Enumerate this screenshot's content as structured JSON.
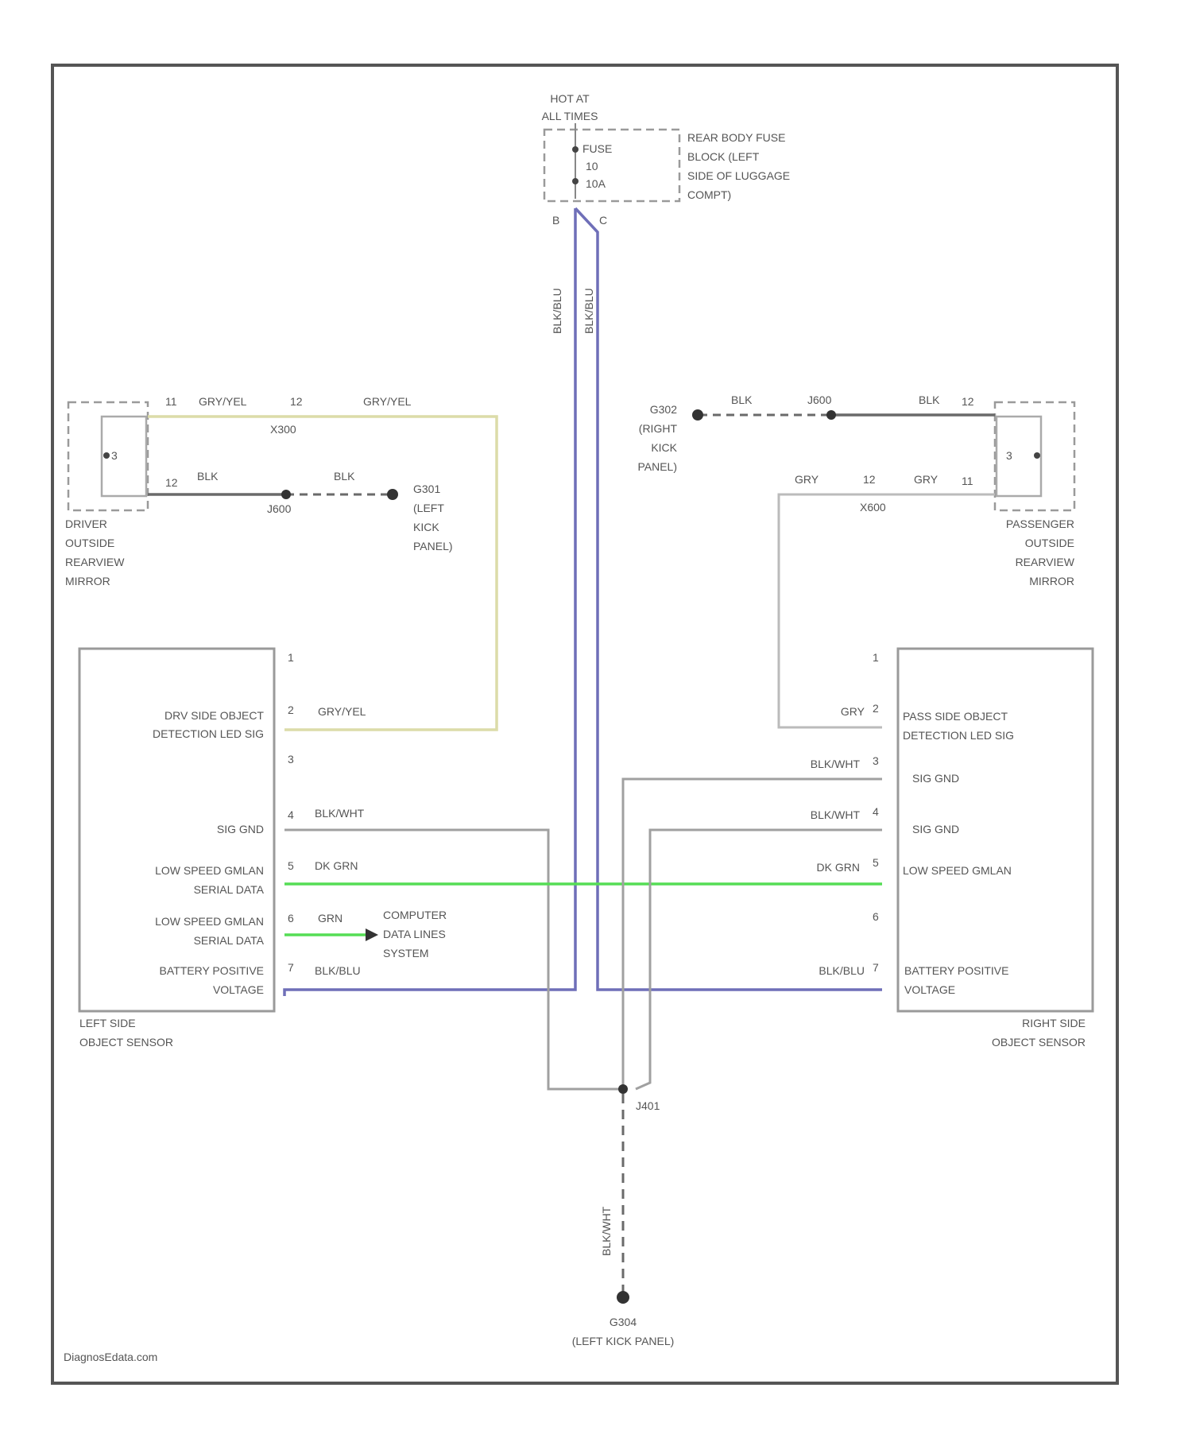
{
  "colors": {
    "frame": "#555555",
    "wire_gray": "#a0a0a0",
    "wire_blk": "#6a6a6a",
    "wire_blu": "#6f6fb8",
    "wire_yel": "#dcdca8",
    "wire_grn": "#55dd55"
  },
  "fuse": {
    "hot_at": [
      "HOT AT",
      "ALL TIMES"
    ],
    "lines": [
      "FUSE",
      "10",
      "10A"
    ],
    "location": [
      "REAR BODY FUSE",
      "BLOCK (LEFT",
      "SIDE OF LUGGAGE",
      "COMPT)"
    ],
    "pin_left": "B",
    "pin_right": "C",
    "wire_left": "BLK/BLU",
    "wire_right": "BLK/BLU"
  },
  "driver_mirror": {
    "name": [
      "DRIVER",
      "OUTSIDE",
      "REARVIEW",
      "MIRROR"
    ],
    "pin_top": "11",
    "pin_bottom": "12",
    "inner_pin": "3",
    "wire_top": "GRY/YEL",
    "wire_top2": "GRY/YEL",
    "conn": "X300",
    "conn_pin": "12",
    "wire_bottom": "BLK",
    "wire_bottom2": "BLK",
    "splice": "J600",
    "ground": [
      "G301",
      "(LEFT",
      "KICK",
      "PANEL)"
    ]
  },
  "passenger_mirror": {
    "name": [
      "PASSENGER",
      "OUTSIDE",
      "REARVIEW",
      "MIRROR"
    ],
    "pin_top": "12",
    "pin_bottom": "11",
    "inner_pin": "3",
    "wire_top": "BLK",
    "wire_top2": "BLK",
    "splice": "J600",
    "ground": [
      "G302",
      "(RIGHT",
      "KICK",
      "PANEL)"
    ],
    "wire_bottom": "GRY",
    "wire_bottom2": "GRY",
    "conn": "X600",
    "conn_pin": "12"
  },
  "left_sensor": {
    "name": [
      "LEFT SIDE",
      "OBJECT SENSOR"
    ],
    "pins": [
      "1",
      "2",
      "3",
      "4",
      "5",
      "6",
      "7"
    ],
    "labels": {
      "p2": [
        "DRV SIDE OBJECT",
        "DETECTION LED SIG"
      ],
      "p4": [
        "SIG GND"
      ],
      "p5": [
        "LOW SPEED GMLAN",
        "SERIAL DATA"
      ],
      "p6": [
        "LOW SPEED GMLAN",
        "SERIAL DATA"
      ],
      "p7": [
        "BATTERY POSITIVE",
        "VOLTAGE"
      ]
    },
    "wires": {
      "p2": "GRY/YEL",
      "p4": "BLK/WHT",
      "p5": "DK GRN",
      "p6": "GRN",
      "p7": "BLK/BLU"
    },
    "computer": [
      "COMPUTER",
      "DATA LINES",
      "SYSTEM"
    ]
  },
  "right_sensor": {
    "name": [
      "RIGHT SIDE",
      "OBJECT SENSOR"
    ],
    "pins": [
      "1",
      "2",
      "3",
      "4",
      "5",
      "6",
      "7"
    ],
    "labels": {
      "p2": [
        "PASS SIDE OBJECT",
        "DETECTION LED SIG"
      ],
      "p3": [
        "SIG GND"
      ],
      "p4": [
        "SIG GND"
      ],
      "p5": [
        "LOW SPEED GMLAN"
      ],
      "p7": [
        "BATTERY POSITIVE",
        "VOLTAGE"
      ]
    },
    "wires": {
      "p2": "GRY",
      "p3": "BLK/WHT",
      "p4": "BLK/WHT",
      "p5": "DK GRN",
      "p7": "BLK/BLU"
    }
  },
  "ground_splice": "J401",
  "ground_wire": "BLK/WHT",
  "ground": [
    "G304",
    "(LEFT KICK PANEL)"
  ],
  "watermark": "DiagnosEdata.com"
}
